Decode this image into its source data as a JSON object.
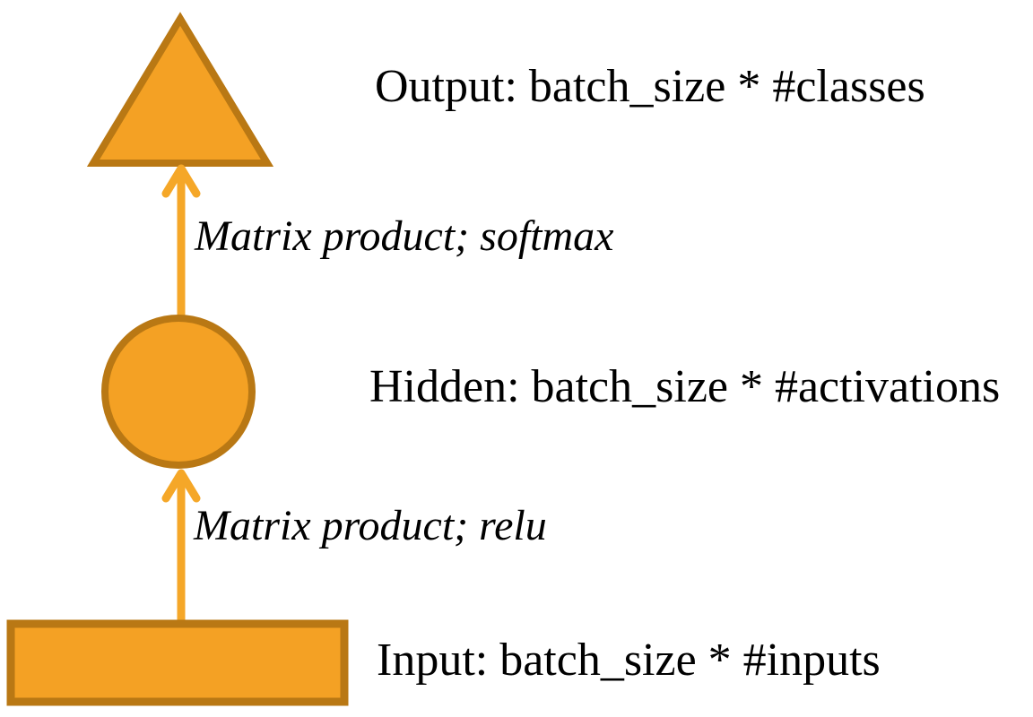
{
  "diagram": {
    "type": "neural-network-layer-diagram",
    "colors": {
      "background": "#ffffff",
      "shape_fill": "#F4A124",
      "shape_stroke": "#B97814",
      "arrow": "#F5A728",
      "text": "#000000"
    },
    "nodes": [
      {
        "id": "output",
        "shape": "triangle",
        "label": "Output: batch_size * #classes"
      },
      {
        "id": "hidden",
        "shape": "circle",
        "label": "Hidden: batch_size * #activations"
      },
      {
        "id": "input",
        "shape": "rectangle",
        "label": "Input: batch_size * #inputs"
      }
    ],
    "edges": [
      {
        "from": "hidden",
        "to": "output",
        "label": "Matrix product; softmax"
      },
      {
        "from": "input",
        "to": "hidden",
        "label": "Matrix product; relu"
      }
    ]
  }
}
